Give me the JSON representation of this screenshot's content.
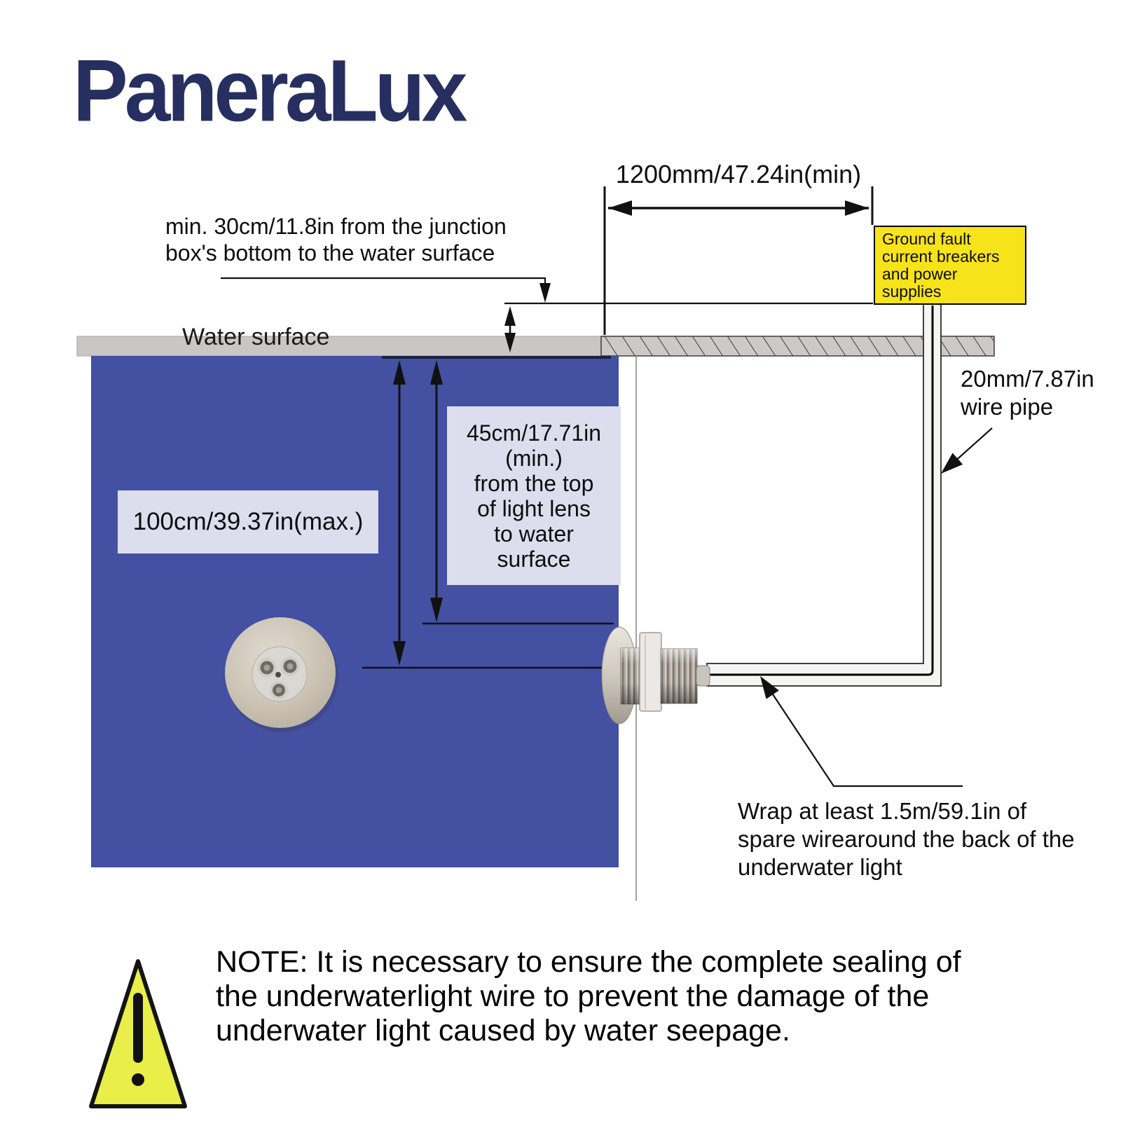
{
  "brand": {
    "logo_text": "PaneraLux",
    "logo_color": "#272f60"
  },
  "colors": {
    "pool_water": "#4450a2",
    "surface_bar": "#c9c6c4",
    "deck_hatch_bg": "#cdc9c7",
    "label_box_bg": "#dcdeee",
    "breaker_box_bg": "#f6e31a",
    "warning_triangle": "#e9ee49",
    "line_black": "#111111"
  },
  "diagram": {
    "top_dimension": "1200mm/47.24in(min)",
    "junction_note": [
      "min. 30cm/11.8in from the junction",
      "box's bottom to the water surface"
    ],
    "breaker_box": [
      "Ground fault",
      "current breakers",
      "and power",
      "supplies"
    ],
    "water_surface": "Water surface",
    "wire_pipe": [
      "20mm/7.87in",
      "wire pipe"
    ],
    "lens_depth": [
      "45cm/17.71in",
      "(min.)",
      "from the top",
      "of light lens",
      "to water",
      "surface"
    ],
    "max_depth": "100cm/39.37in(max.)",
    "wrap_note": [
      "Wrap at least 1.5m/59.1in of",
      "spare wirearound the back of the",
      "underwater light"
    ]
  },
  "note": [
    "NOTE: It is necessary to ensure the complete sealing of",
    "the underwaterlight wire to prevent the damage of the",
    "underwater light caused by water seepage."
  ]
}
